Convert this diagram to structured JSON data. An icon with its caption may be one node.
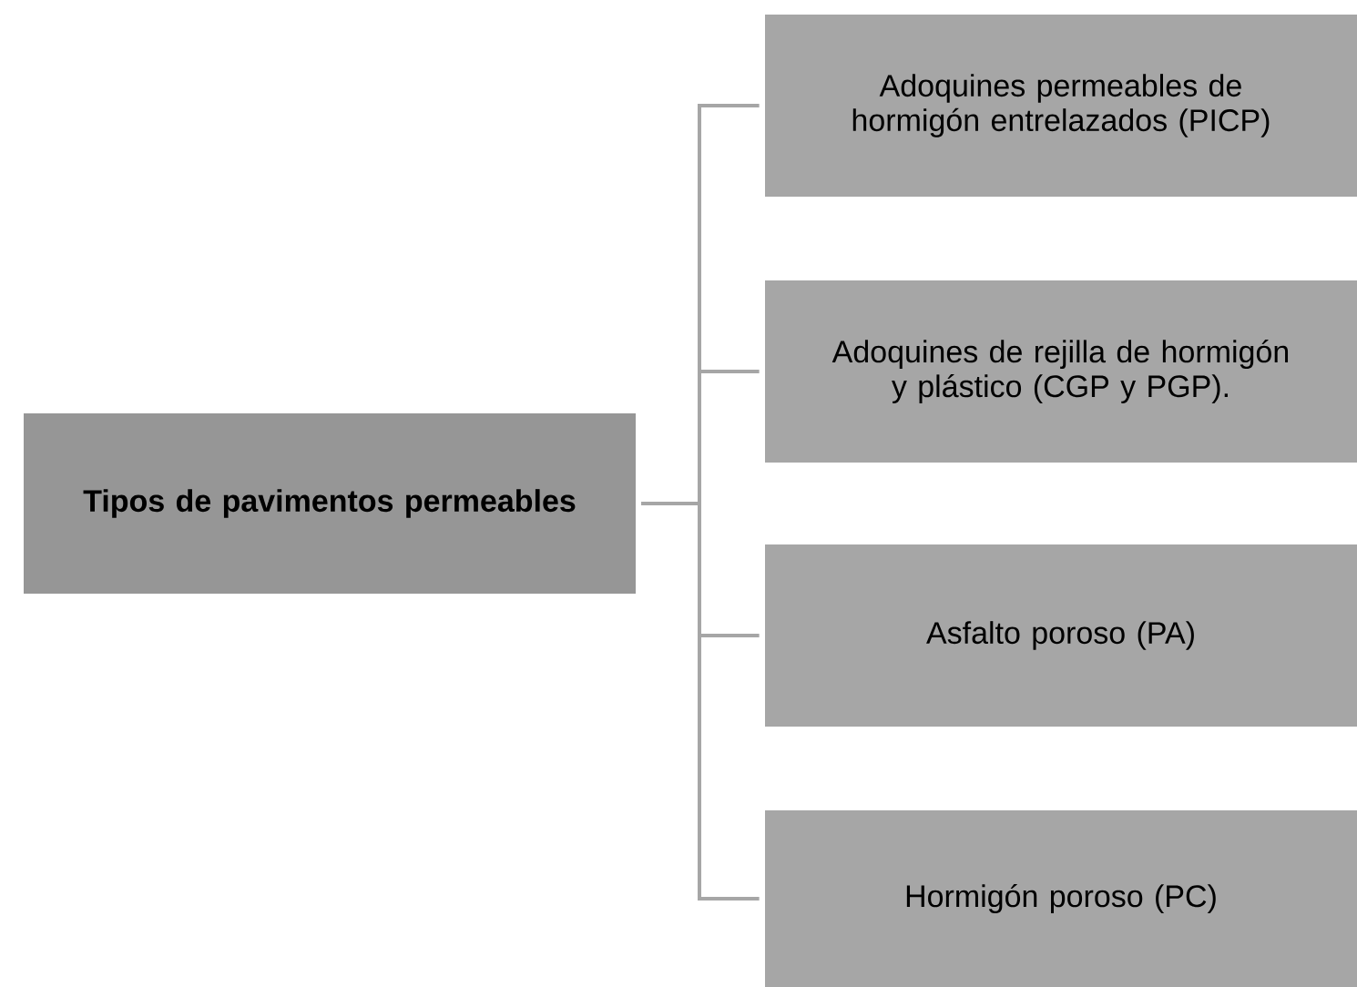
{
  "diagram": {
    "nodes": [
      {
        "text": [
          "Tipos de pavimentos permeables"
        ]
      },
      {
        "text": [
          "Adoquines permeables de hormigón entrelazados (PICP)"
        ]
      },
      {
        "text": [
          "Adoquines de rejilla de hormigón y plástico (CGP y PGP)."
        ]
      },
      {
        "text": [
          "Asfalto poroso (PA)"
        ]
      },
      {
        "text": [
          "Hormigón poroso (PC)"
        ]
      }
    ],
    "edges": [
      {
        "from": 0,
        "to": 1,
        "arrow": "none"
      },
      {
        "from": 0,
        "to": 2,
        "arrow": "none"
      },
      {
        "from": 0,
        "to": 3,
        "arrow": "none"
      },
      {
        "from": 0,
        "to": 4,
        "arrow": "none"
      }
    ]
  }
}
